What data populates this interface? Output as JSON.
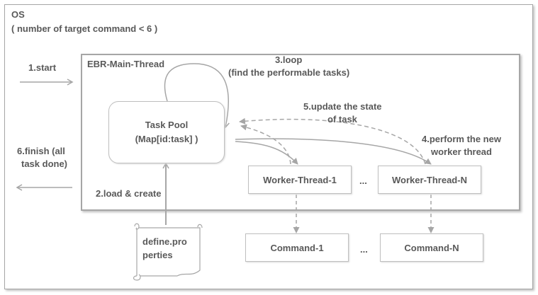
{
  "os": {
    "title": "OS",
    "subtitle": "( number of target command < 6 )"
  },
  "main_thread": {
    "title": "EBR-Main-Thread"
  },
  "task_pool": {
    "line1": "Task Pool",
    "line2": "(Map[id:task] )"
  },
  "workers": [
    {
      "label": "Worker-Thread-1"
    },
    {
      "label": "Worker-Thread-N"
    }
  ],
  "commands": [
    {
      "label": "Command-1"
    },
    {
      "label": "Command-N"
    }
  ],
  "ellipsis": "...",
  "properties_file": {
    "line1": "define.pro",
    "line2": "perties"
  },
  "steps": {
    "start": "1.start",
    "load_create": "2.load & create",
    "loop_line1": "3.loop",
    "loop_line2": "(find the performable tasks)",
    "perform_line1": "4.perform the new",
    "perform_line2": "worker thread",
    "update_line1": "5.update the state",
    "update_line2": "of task",
    "finish_line1": "6.finish (all",
    "finish_line2": "task done)"
  }
}
